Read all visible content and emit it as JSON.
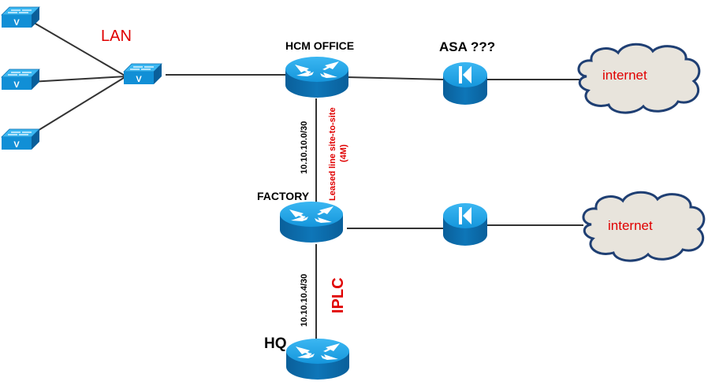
{
  "diagram": {
    "title": "Network topology",
    "colors": {
      "device_top": "#1aa3e8",
      "device_side": "#0b6aa8",
      "link": "#333333",
      "cloud_fill": "#e8e4dc",
      "cloud_stroke": "#1f3f73",
      "label_red": "#e00000",
      "label_black": "#000000"
    },
    "labels": {
      "lan": "LAN",
      "hcm_office": "HCM OFFICE",
      "asa": "ASA ???",
      "factory": "FACTORY",
      "hq": "HQ",
      "link_hcm_factory_subnet": "10.10.10.0/30",
      "link_hcm_factory_desc_1": "Leased line site-to-site",
      "link_hcm_factory_desc_2": "(4M)",
      "link_factory_hq_subnet": "10.10.10.4/30",
      "link_factory_hq_desc": "IPLC",
      "internet_1": "internet",
      "internet_2": "internet"
    },
    "nodes": [
      {
        "id": "sw-access-1",
        "type": "switch",
        "icon": "switch-icon"
      },
      {
        "id": "sw-access-2",
        "type": "switch",
        "icon": "switch-icon"
      },
      {
        "id": "sw-access-3",
        "type": "switch",
        "icon": "switch-icon"
      },
      {
        "id": "sw-core",
        "type": "switch",
        "icon": "switch-icon"
      },
      {
        "id": "router-hcm",
        "type": "router",
        "icon": "router-icon",
        "label": "HCM OFFICE"
      },
      {
        "id": "firewall-hcm",
        "type": "firewall",
        "icon": "firewall-icon",
        "label": "ASA ???"
      },
      {
        "id": "cloud-1",
        "type": "cloud",
        "icon": "cloud-icon",
        "label": "internet"
      },
      {
        "id": "router-factory",
        "type": "router",
        "icon": "router-icon",
        "label": "FACTORY"
      },
      {
        "id": "firewall-factory",
        "type": "firewall",
        "icon": "firewall-icon"
      },
      {
        "id": "cloud-2",
        "type": "cloud",
        "icon": "cloud-icon",
        "label": "internet"
      },
      {
        "id": "router-hq",
        "type": "router",
        "icon": "router-icon",
        "label": "HQ"
      }
    ],
    "links": [
      {
        "from": "sw-access-1",
        "to": "sw-core"
      },
      {
        "from": "sw-access-2",
        "to": "sw-core"
      },
      {
        "from": "sw-access-3",
        "to": "sw-core"
      },
      {
        "from": "sw-core",
        "to": "router-hcm"
      },
      {
        "from": "router-hcm",
        "to": "firewall-hcm"
      },
      {
        "from": "firewall-hcm",
        "to": "cloud-1"
      },
      {
        "from": "router-hcm",
        "to": "router-factory",
        "subnet": "10.10.10.0/30",
        "desc": "Leased line site-to-site (4M)"
      },
      {
        "from": "router-factory",
        "to": "firewall-factory"
      },
      {
        "from": "firewall-factory",
        "to": "cloud-2"
      },
      {
        "from": "router-factory",
        "to": "router-hq",
        "subnet": "10.10.10.4/30",
        "desc": "IPLC"
      }
    ]
  }
}
